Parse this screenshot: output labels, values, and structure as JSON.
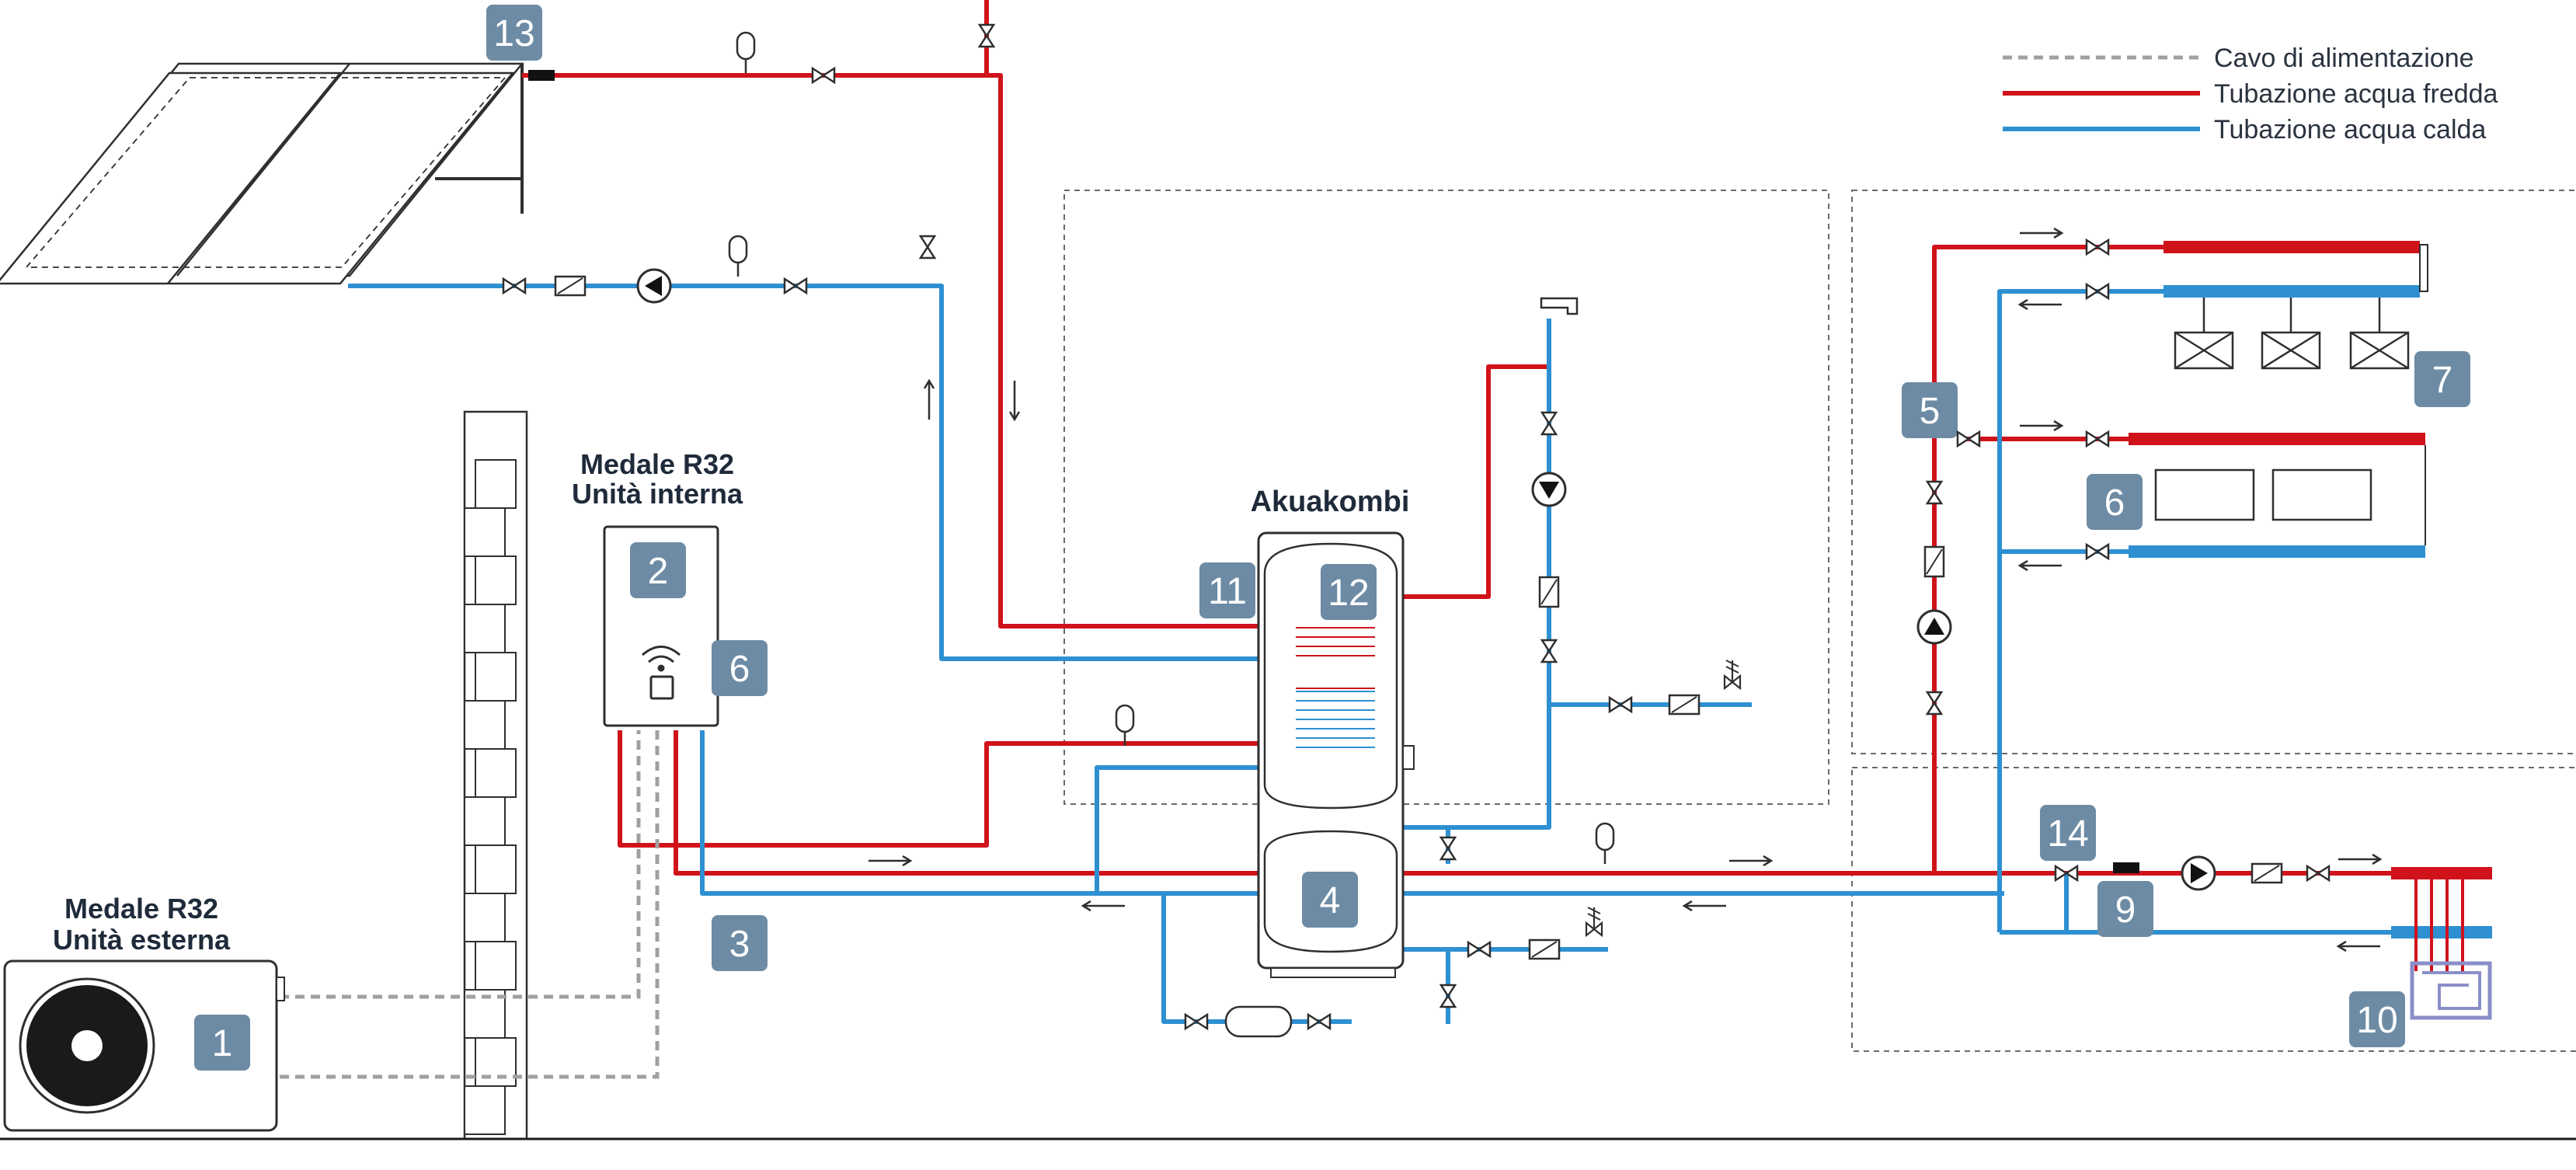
{
  "colors": {
    "hot": "#d0121b",
    "cold": "#2e90d1",
    "power": "#a0a0a0",
    "badge": "#6d8ba4",
    "line": "#2f2f2f",
    "zone": "#6a6a6a"
  },
  "legend": {
    "power": "Cavo di alimentazione",
    "cold_pipe": "Tubazione acqua fredda",
    "hot_pipe": "Tubazione acqua calda"
  },
  "labels": {
    "external_unit_l1": "Medale R32",
    "external_unit_l2": "Unità esterna",
    "internal_unit_l1": "Medale R32",
    "internal_unit_l2": "Unità interna",
    "tank": "Akuakombi"
  },
  "badges": {
    "b1": "1",
    "b2": "2",
    "b3": "3",
    "b4": "4",
    "b5": "5",
    "b6a": "6",
    "b6b": "6",
    "b7": "7",
    "b9": "9",
    "b10": "10",
    "b11": "11",
    "b12": "12",
    "b13": "13",
    "b14": "14"
  },
  "icons": [
    "solar-panel-icon",
    "fan-icon",
    "wifi-icon",
    "pump-icon",
    "valve-icon",
    "expansion-vessel-icon",
    "filter-icon",
    "faucet-icon",
    "radiator-icon",
    "fan-coil-icon",
    "floor-heating-icon",
    "three-way-valve-icon",
    "safety-valve-icon"
  ]
}
